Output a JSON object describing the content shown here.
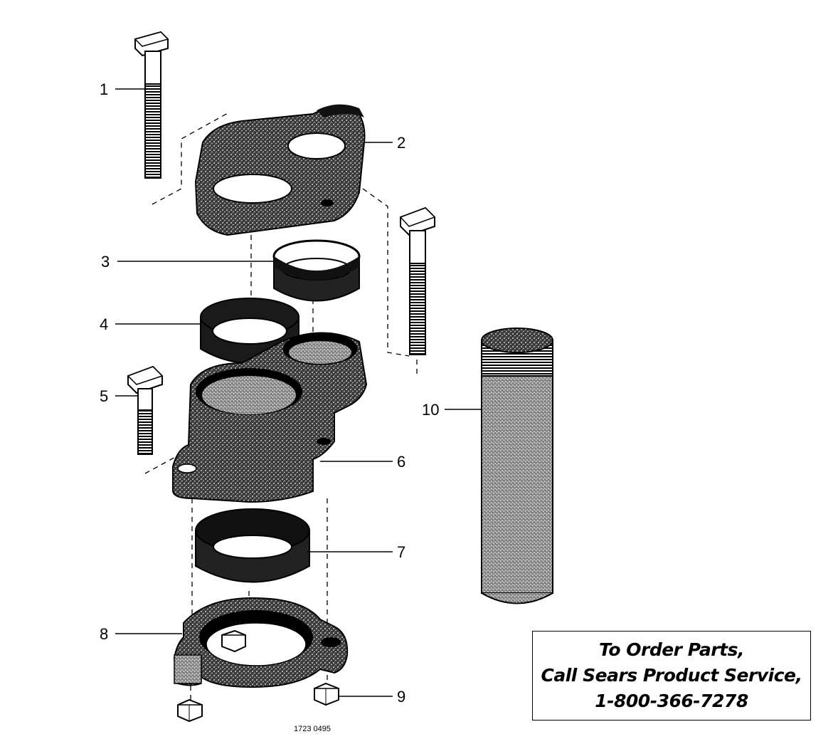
{
  "labels": {
    "p1": "1",
    "p2": "2",
    "p3": "3",
    "p4": "4",
    "p5": "5",
    "p6": "6",
    "p7": "7",
    "p8": "8",
    "p9": "9",
    "p10": "10"
  },
  "drawing_code": "1723 0495",
  "order_box": {
    "line1": "To Order Parts,",
    "line2": "Call Sears Product Service,",
    "line3": "1-800-366-7278"
  },
  "colors": {
    "ink": "#000000",
    "shade": "#2b2b2b",
    "paper": "#ffffff"
  }
}
